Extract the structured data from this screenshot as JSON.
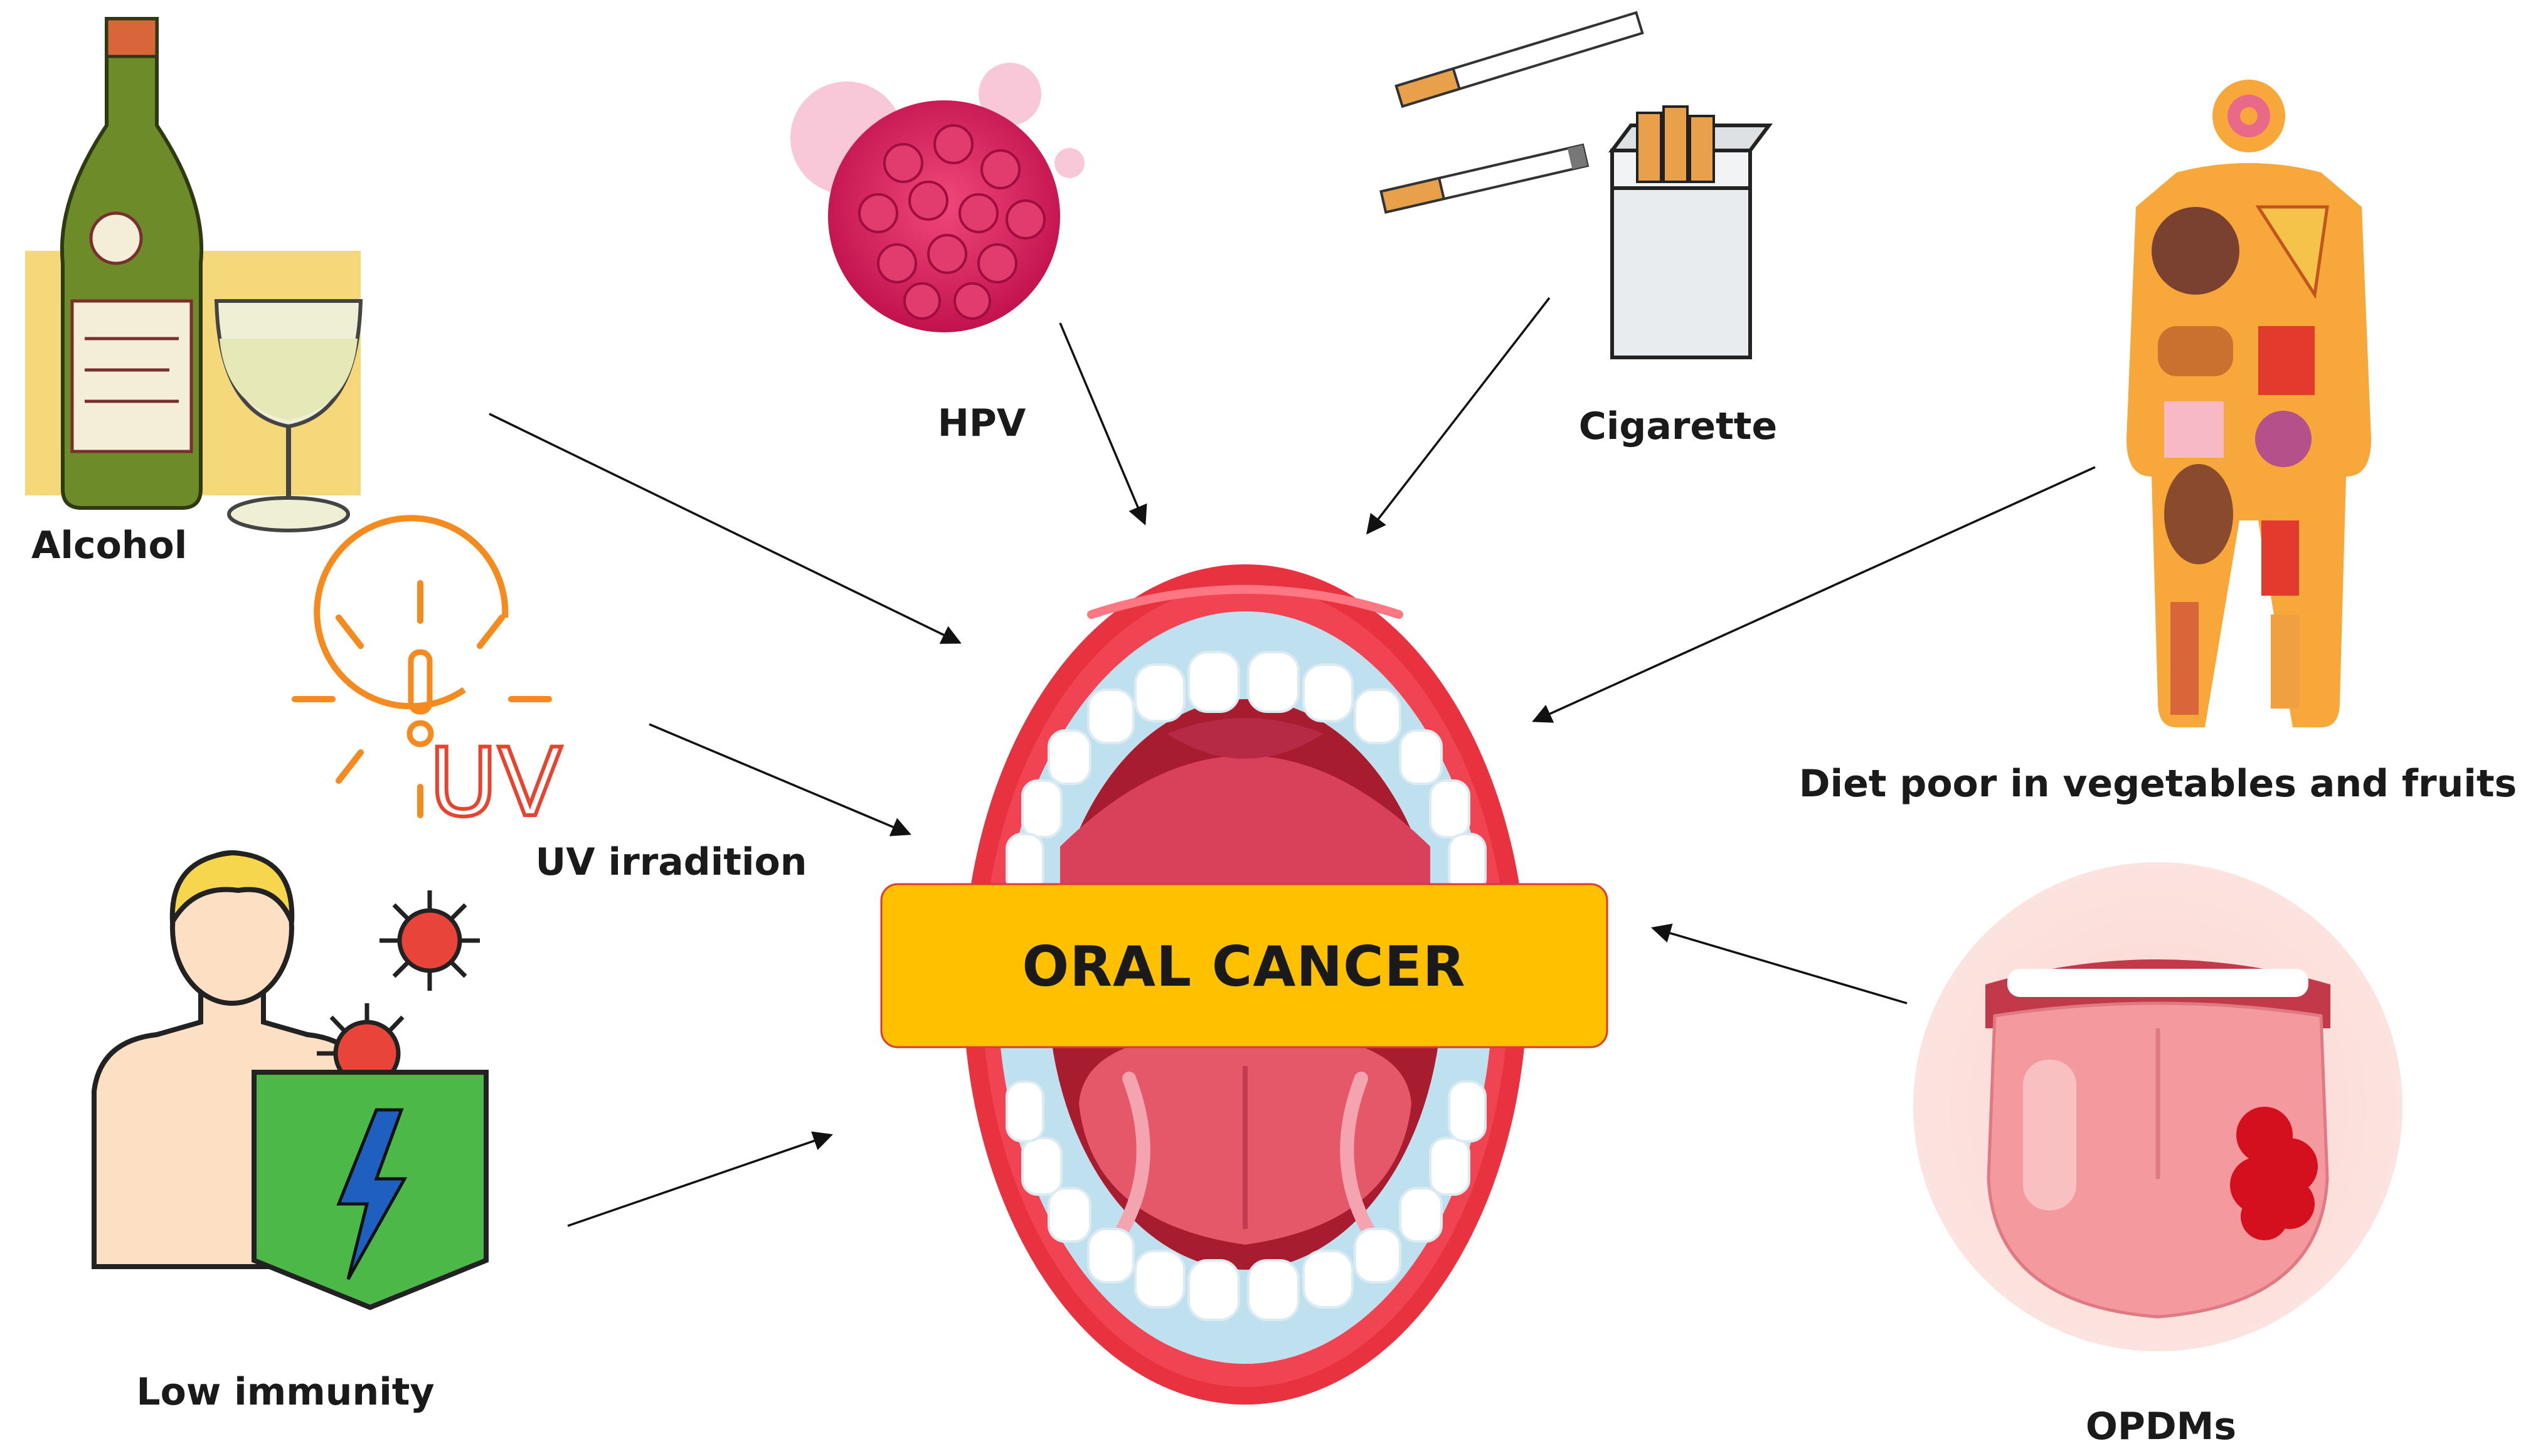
{
  "center": {
    "label": "ORAL CANCER",
    "box_color": "#FFC000",
    "box_border": "#E03A2E"
  },
  "factors": {
    "alcohol": {
      "label": "Alcohol"
    },
    "hpv": {
      "label": "HPV"
    },
    "cigarette": {
      "label": "Cigarette"
    },
    "diet": {
      "label": "Diet poor in vegetables and fruits"
    },
    "uv": {
      "label": "UV irradition",
      "icon_text": "UV"
    },
    "immunity": {
      "label": "Low immunity"
    },
    "opdm": {
      "label": "OPDMs"
    }
  },
  "colors": {
    "lip": "#E8323F",
    "mouth_inner": "#A81C2F",
    "tongue": "#E45869",
    "teeth": "#FFFFFF",
    "gum_blue": "#BFE0EE",
    "uv_orange": "#F58A1F",
    "virus_red": "#E8443A",
    "shield_green": "#4CB848",
    "bolt_blue": "#1F5FBF"
  }
}
